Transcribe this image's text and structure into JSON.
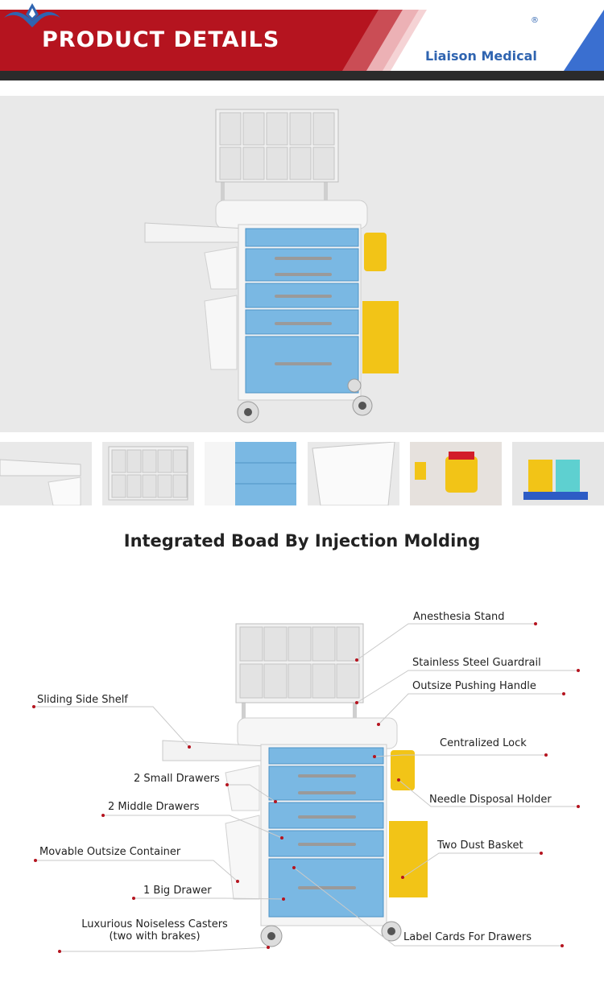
{
  "header": {
    "title": "PRODUCT DETAILS",
    "brand": "Liaison Medical",
    "registered_mark": "®",
    "colors": {
      "red": "#b5141f",
      "blue": "#3a6fd0",
      "dark_bar": "#2b2b2b"
    }
  },
  "thumbnails": [
    {
      "name": "sliding-side-shelf"
    },
    {
      "name": "anesthesia-stand"
    },
    {
      "name": "drawers"
    },
    {
      "name": "container"
    },
    {
      "name": "needle-disposal-holder"
    },
    {
      "name": "dust-baskets"
    }
  ],
  "section_title": "Integrated Boad By Injection Molding",
  "callouts": {
    "anesthesia_stand": "Anesthesia Stand",
    "guardrail": "Stainless Steel Guardrail",
    "pushing_handle": "Outsize Pushing Handle",
    "sliding_shelf": "Sliding Side Shelf",
    "centralized_lock": "Centralized Lock",
    "small_drawers": "2 Small Drawers",
    "needle_holder": "Needle Disposal Holder",
    "middle_drawers": "2 Middle Drawers",
    "dust_basket": "Two Dust Basket",
    "outsize_container": "Movable Outsize Container",
    "big_drawer": "1 Big Drawer",
    "casters_line1": "Luxurious Noiseless Casters",
    "casters_line2": "(two with brakes)",
    "label_cards": "Label Cards For Drawers"
  },
  "colors": {
    "drawer_blue": "#6fb3e0",
    "bin_yellow": "#f2c417",
    "frame_white": "#f4f4f4",
    "callout_line": "#b5141f"
  }
}
